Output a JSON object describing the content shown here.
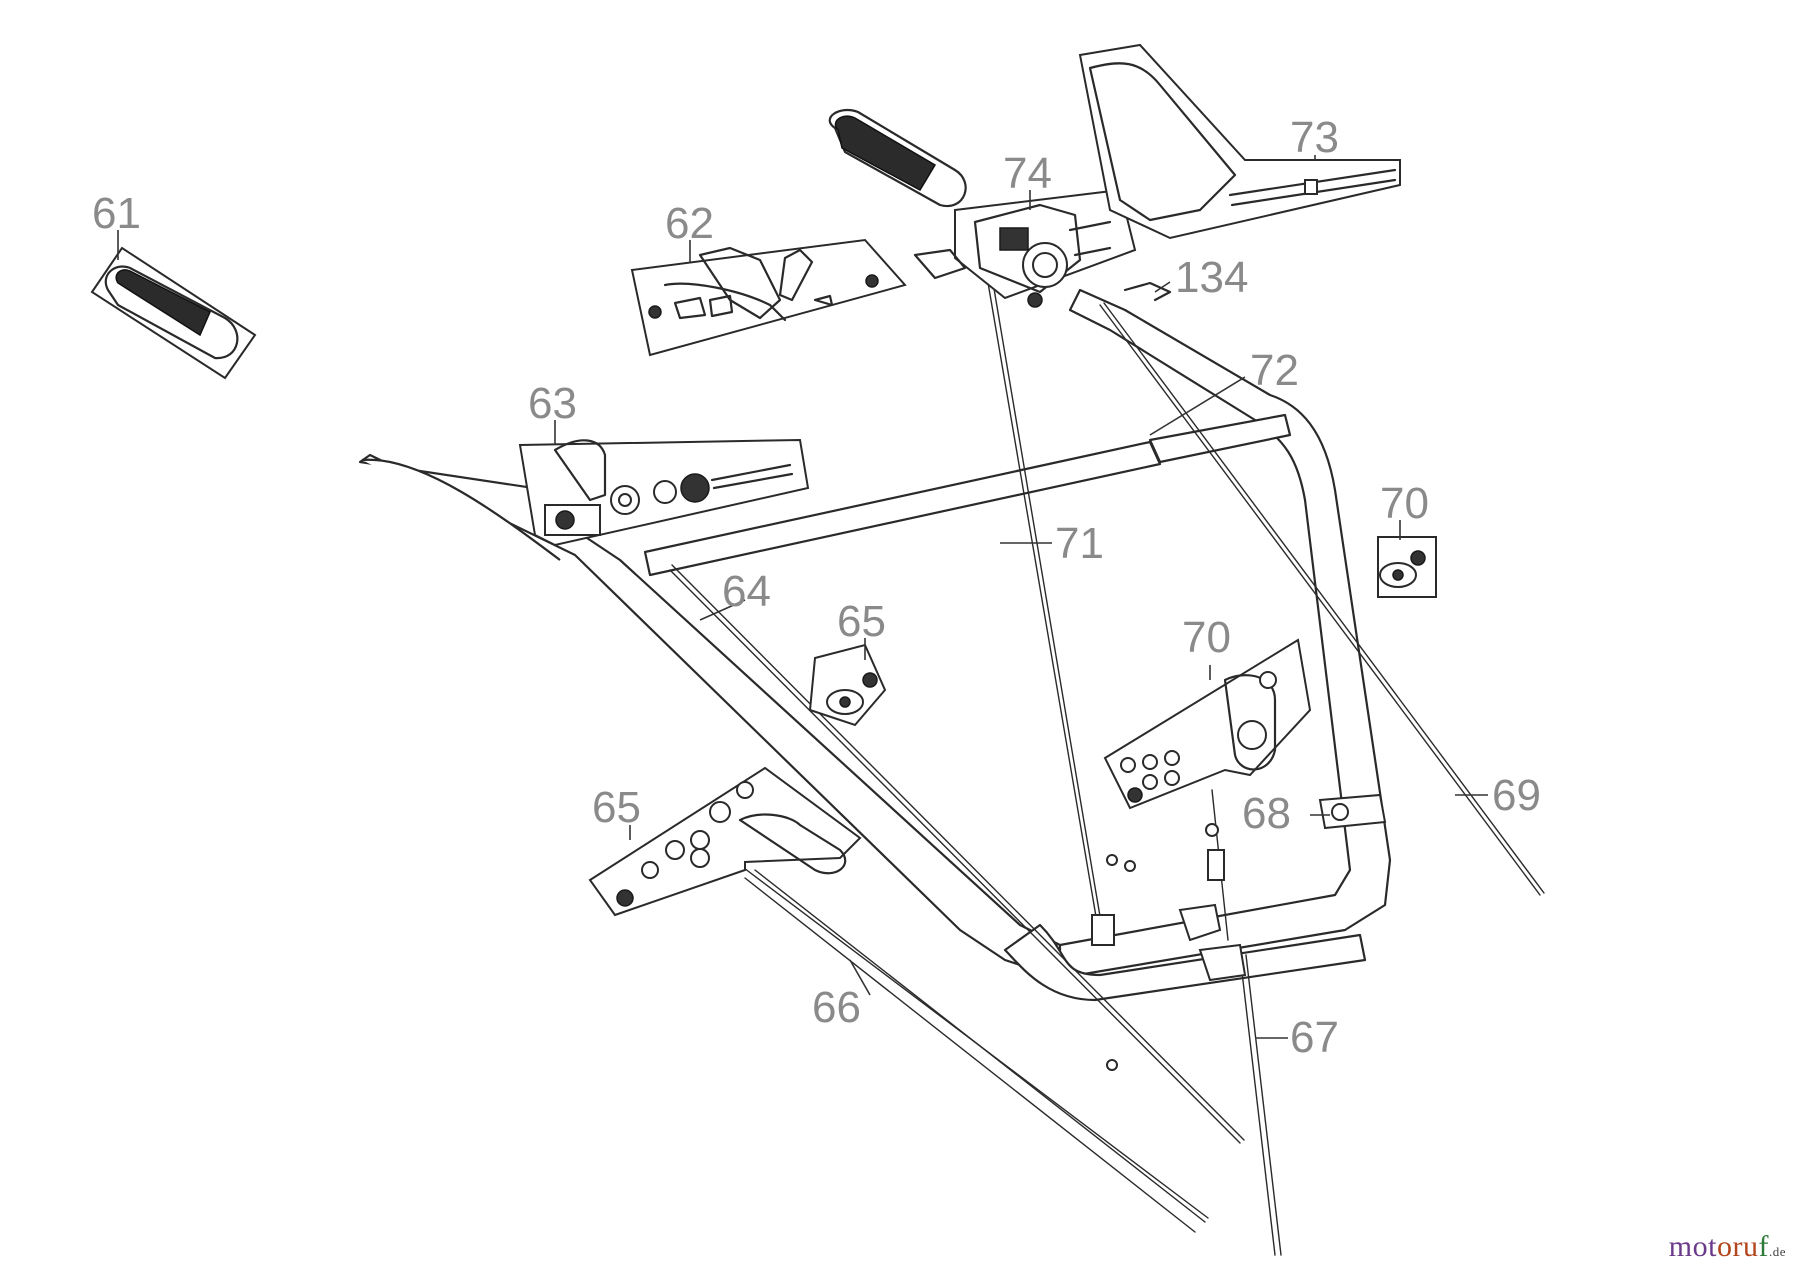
{
  "labels": {
    "p61": "61",
    "p62": "62",
    "p63": "63",
    "p64": "64",
    "p65a": "65",
    "p65b": "65",
    "p66": "66",
    "p67": "67",
    "p68": "68",
    "p69": "69",
    "p70a": "70",
    "p70b": "70",
    "p71": "71",
    "p72": "72",
    "p73": "73",
    "p74": "74",
    "p134": "134"
  },
  "watermark": {
    "part1": "mot",
    "part2": "oru",
    "part3": "f",
    "tld": ".de"
  }
}
